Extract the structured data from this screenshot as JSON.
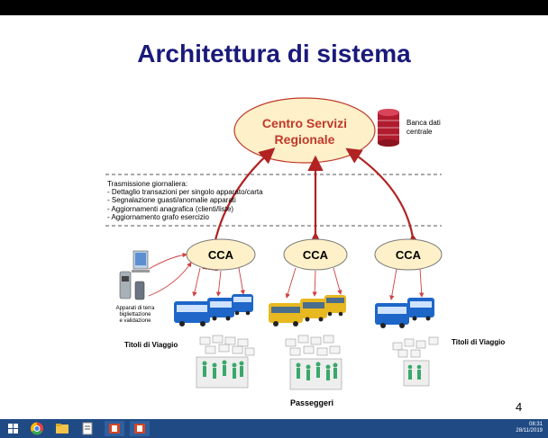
{
  "slide": {
    "title": "Architettura di sistema",
    "central_node": {
      "line1": "Centro Servizi",
      "line2": "Regionale"
    },
    "database_label": {
      "line1": "Banca dati",
      "line2": "centrale"
    },
    "transmission": {
      "heading": "Trasmissione giornaliera:",
      "items": [
        "- Dettaglio transazioni per singolo apparato/carta",
        "- Segnalazione guasti/anomalie apparati",
        "- Aggiornamenti anagrafica (clienti/liste)",
        "- Aggiornamento grafo esercizio"
      ]
    },
    "cca_nodes": [
      "CCA",
      "CCA",
      "CCA"
    ],
    "terminal_label": {
      "line1": "Apparati di terra",
      "line2": "bigliettazione",
      "line3": "e validazione"
    },
    "tickets_label_left": "Titoli di Viaggio",
    "tickets_label_right": "Titoli di Viaggio",
    "passengers_label": "Passeggeri",
    "page_number": "4"
  },
  "taskbar": {
    "icons": [
      "windows-start-icon",
      "chrome-icon",
      "file-explorer-icon",
      "document-icon",
      "powerpoint-icon",
      "powerpoint-icon"
    ],
    "clock_time": "08:31",
    "clock_date": "28/11/2019"
  },
  "colors": {
    "title": "#1a1a7a",
    "ellipse_fill": "#fef0c8",
    "ellipse_stroke": "#c0392b",
    "arrow": "#b22222",
    "central_text": "#c0392b",
    "taskbar": "#1f4a84"
  }
}
